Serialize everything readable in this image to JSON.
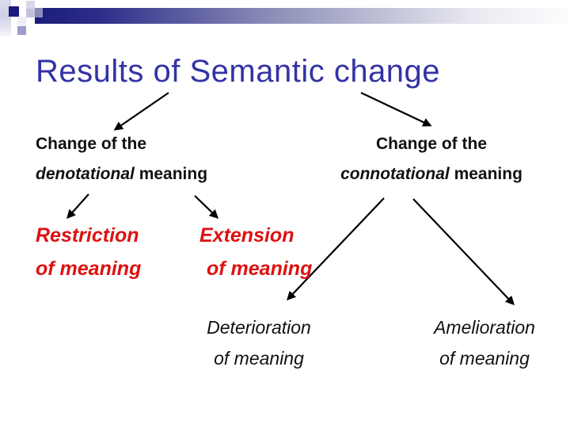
{
  "title": "Results of Semantic change",
  "diagram": {
    "type": "tree",
    "root": "Results of Semantic change",
    "level1": {
      "left": {
        "line1": "Change of the",
        "emphasis": "denotational",
        "rest": "meaning"
      },
      "right": {
        "line1": "Change of the",
        "emphasis": "connotational",
        "rest": "meaning"
      }
    },
    "level2": {
      "restriction": {
        "line1": "Restriction",
        "line2": "of meaning"
      },
      "extension": {
        "line1": "Extension",
        "line2": "of meaning"
      }
    },
    "level3": {
      "deterioration": {
        "line1": "Deterioration",
        "line2": "of meaning"
      },
      "amelioration": {
        "line1": "Amelioration",
        "line2": "of meaning"
      }
    },
    "edges": [
      "title -> change-of-denotational-meaning",
      "title -> change-of-connotational-meaning",
      "change-of-denotational-meaning -> restriction-of-meaning",
      "change-of-denotational-meaning -> extension-of-meaning",
      "change-of-connotational-meaning -> deterioration-of-meaning",
      "change-of-connotational-meaning -> amelioration-of-meaning"
    ]
  },
  "colors": {
    "title_blue": "#3333a6",
    "emphasis_red": "#dd1111",
    "banner_navy": "#1a1a80",
    "connector_black": "#000000",
    "background": "#ffffff"
  }
}
